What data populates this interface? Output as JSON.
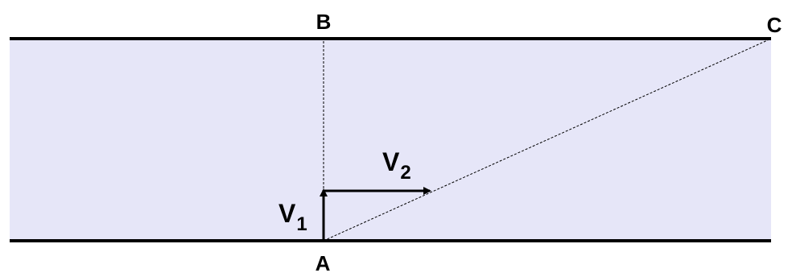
{
  "colors": {
    "river_fill": "#e6e6f8",
    "bank_line": "#000000",
    "dashed_line": "#000000",
    "arrow": "#000000"
  },
  "points": {
    "A": "A",
    "B": "B",
    "C": "C"
  },
  "vectors": {
    "v1": {
      "letter": "V",
      "subscript": "1"
    },
    "v2": {
      "letter": "V",
      "subscript": "2"
    }
  }
}
